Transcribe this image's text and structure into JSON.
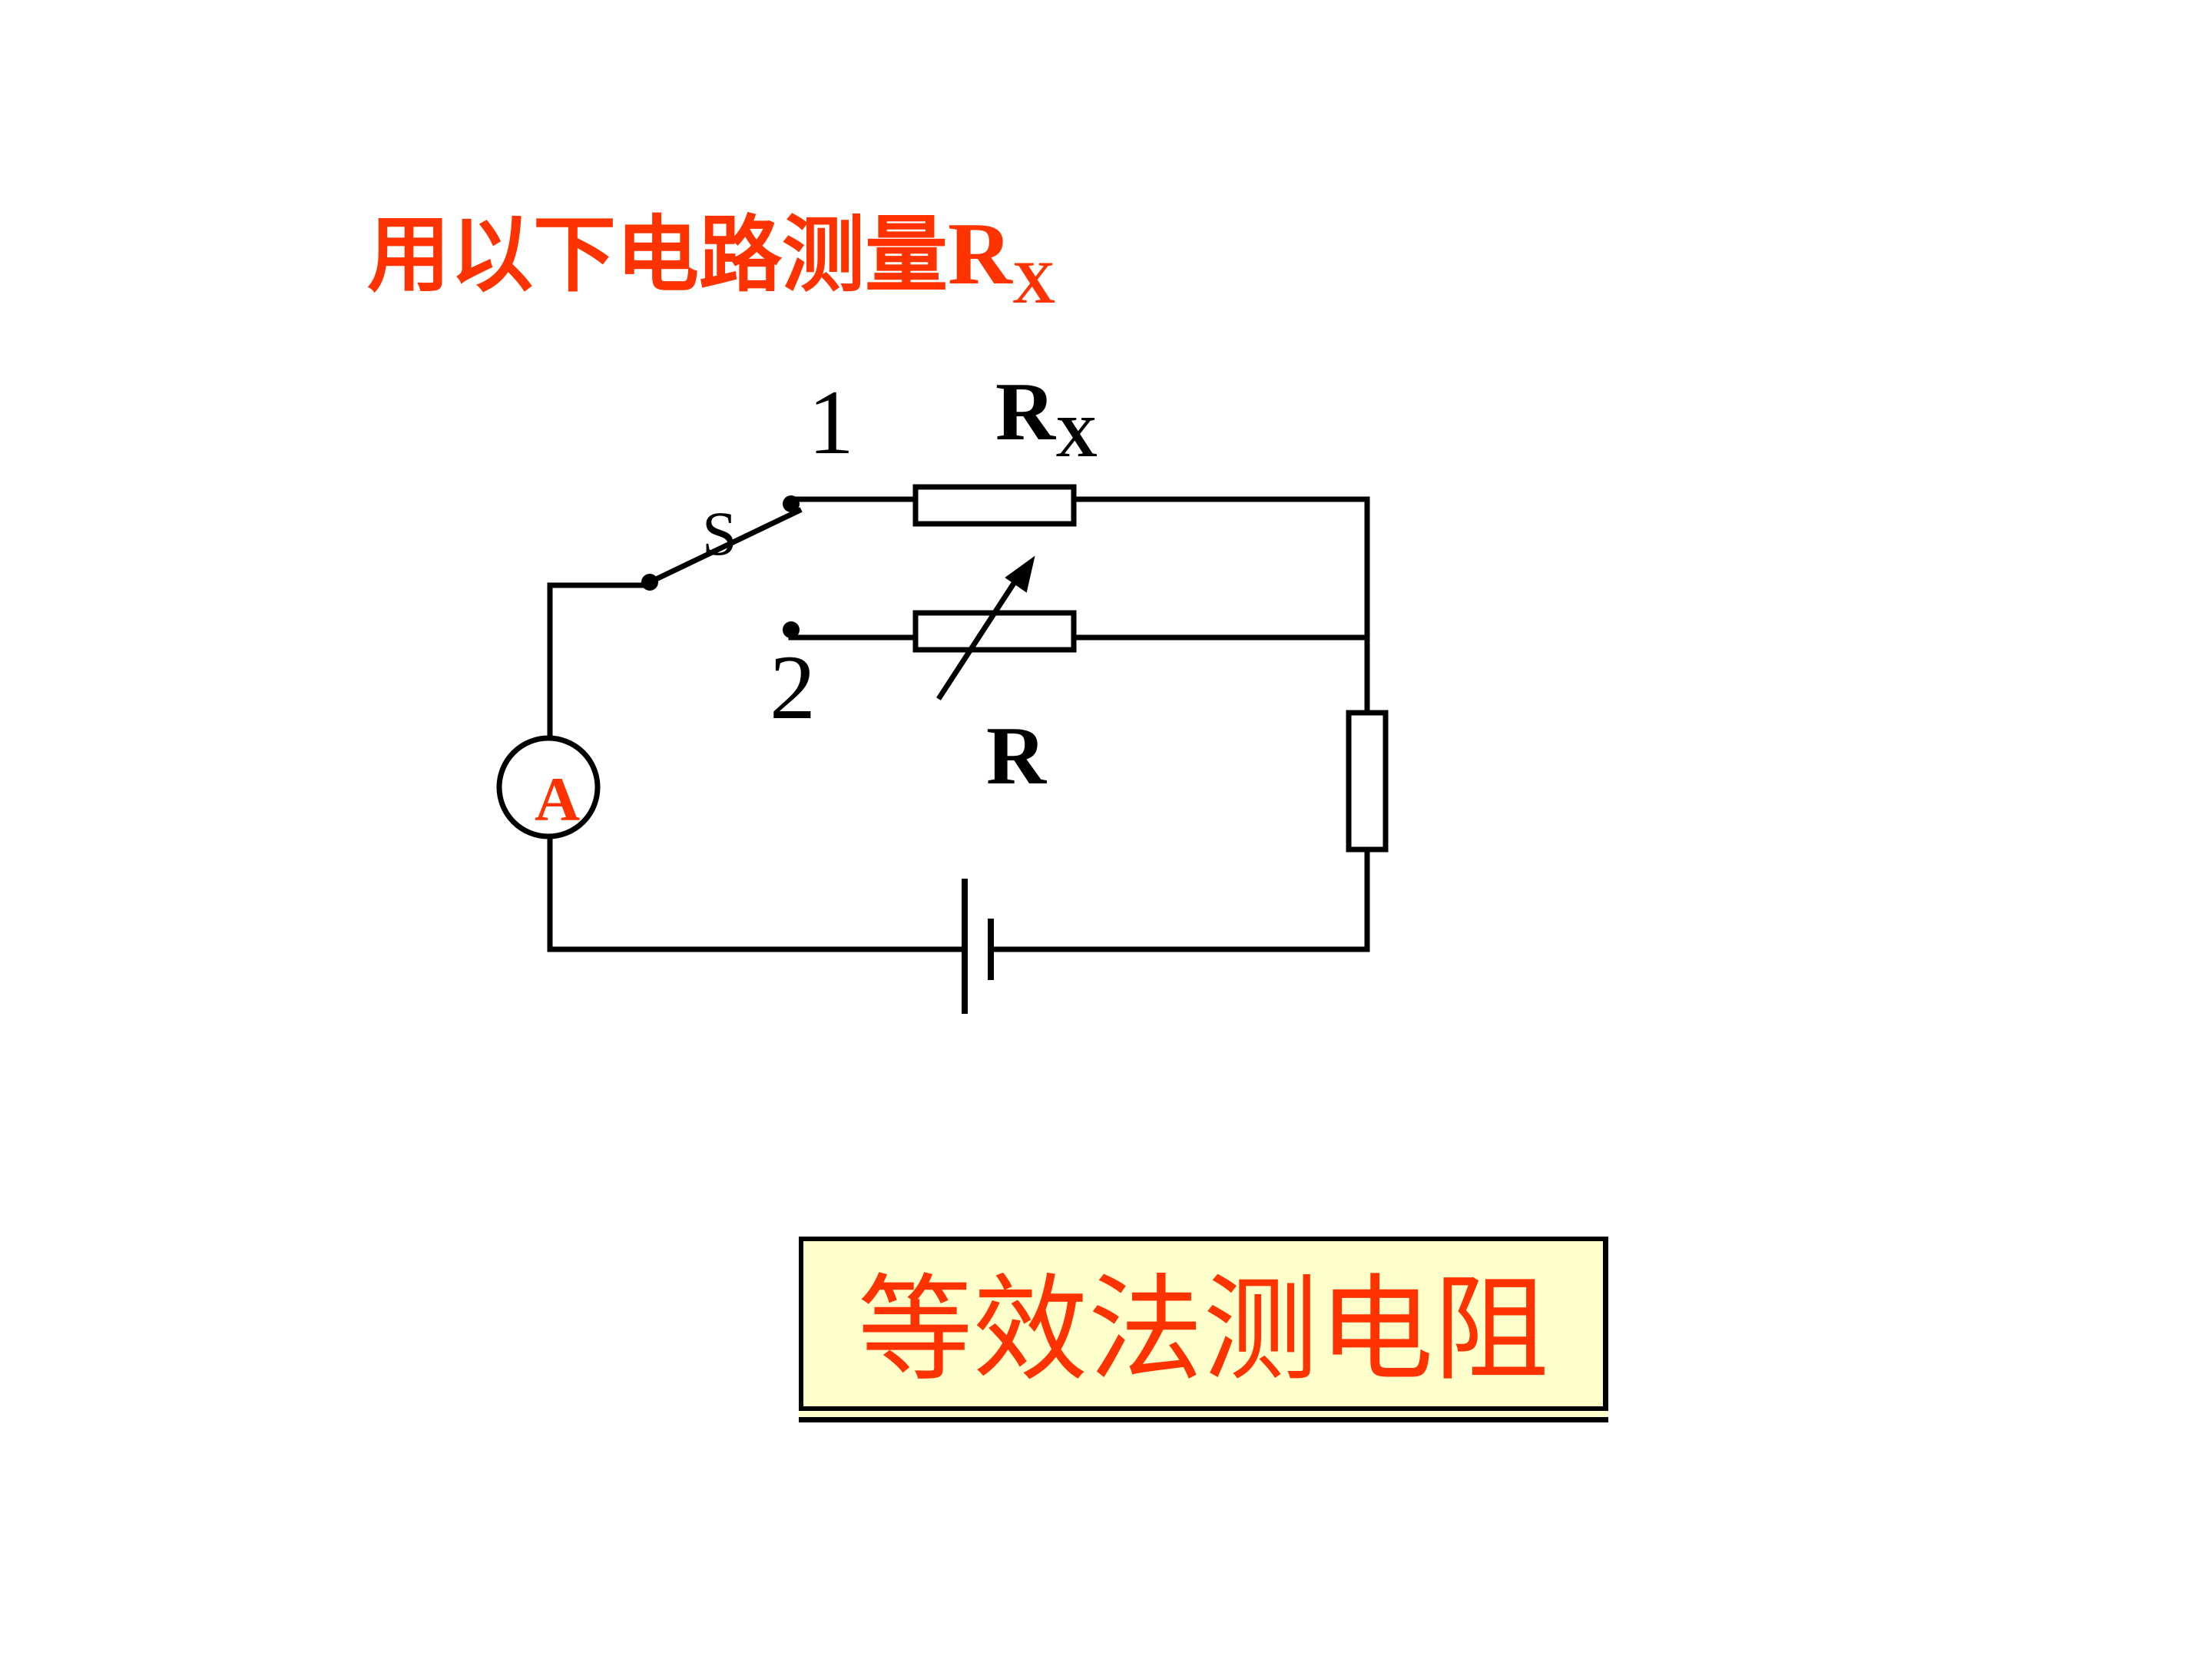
{
  "title": {
    "text": "用以下电路测量",
    "symbol": "R",
    "symbol_sub": "X"
  },
  "diagram": {
    "labels": {
      "terminal_1": "1",
      "terminal_2": "2",
      "switch": "S",
      "rx_main": "R",
      "rx_sub": "X",
      "rheostat": "R",
      "ammeter": "A"
    }
  },
  "answer": {
    "text": "等效法测电阻"
  },
  "colors": {
    "accent": "#ff3300",
    "box_fill": "#ffffcc",
    "line": "#000000"
  }
}
